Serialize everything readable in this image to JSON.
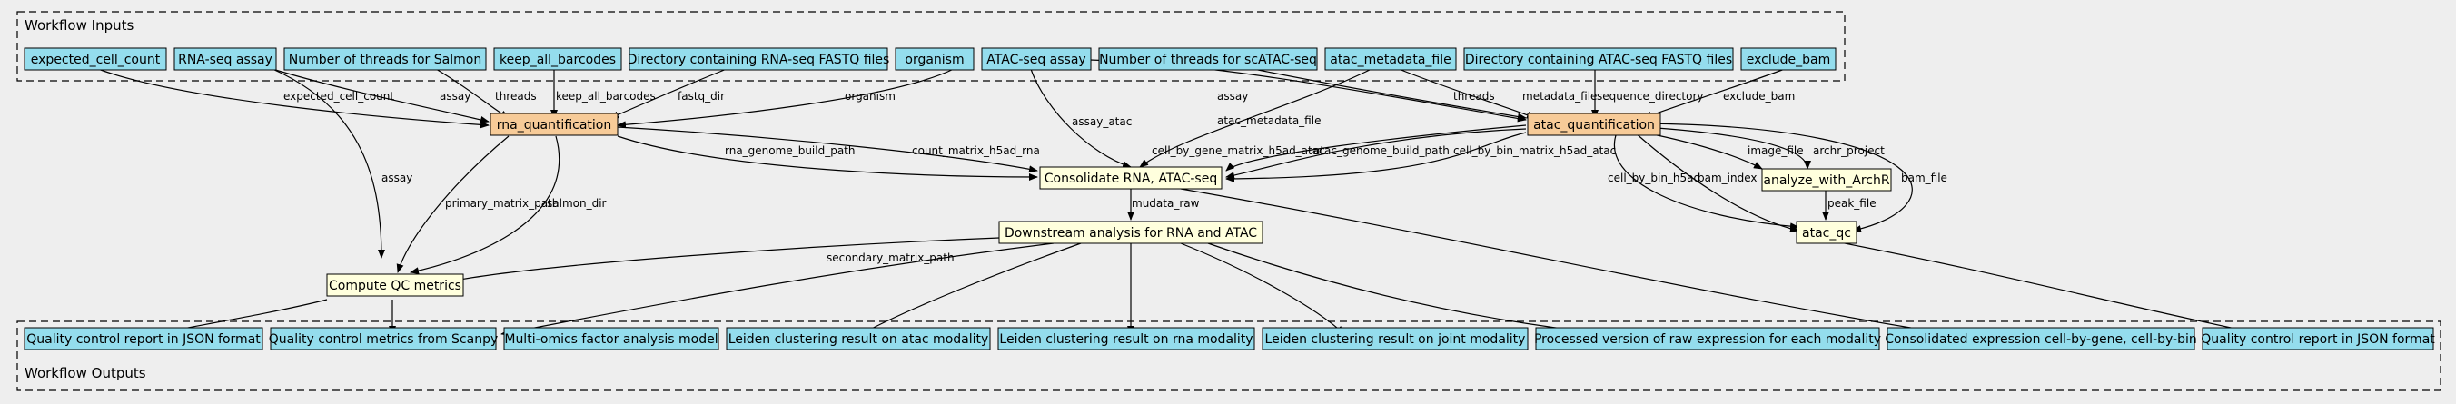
{
  "colors": {
    "background": "#eeeeee",
    "io_node": "#94dded",
    "tool_node": "#f7cb98",
    "step_node": "#ffffdd",
    "stroke": "#000000"
  },
  "clusters": {
    "inputs": "Workflow Inputs",
    "outputs": "Workflow Outputs"
  },
  "nodes": {
    "expected_cell_count": "expected_cell_count",
    "rna_seq_assay": "RNA-seq assay",
    "threads_salmon": "Number of threads for Salmon",
    "keep_all_barcodes": "keep_all_barcodes",
    "rna_fastq_dir": "Directory containing RNA-seq FASTQ files",
    "organism": "organism",
    "atac_seq_assay": "ATAC-seq assay",
    "threads_scatac": "Number of threads for scATAC-seq",
    "atac_metadata_file": "atac_metadata_file",
    "atac_fastq_dir": "Directory containing ATAC-seq FASTQ files",
    "exclude_bam": "exclude_bam",
    "rna_quantification": "rna_quantification",
    "atac_quantification": "atac_quantification",
    "consolidate": "Consolidate RNA, ATAC-seq",
    "analyze_archr": "analyze_with_ArchR",
    "downstream": "Downstream analysis for RNA and ATAC",
    "atac_qc": "atac_qc",
    "compute_qc": "Compute QC metrics",
    "out_qc_json_1": "Quality control report in JSON format",
    "out_qc_scanpy": "Quality control metrics from Scanpy",
    "out_mofa": "Multi-omics factor analysis model",
    "out_leiden_atac": "Leiden clustering result on atac modality",
    "out_leiden_rna": "Leiden clustering result on rna modality",
    "out_leiden_joint": "Leiden clustering result on joint modality",
    "out_processed": "Processed version of raw expression for each modality",
    "out_consolidated": "Consolidated expression cell-by-gene, cell-by-bin",
    "out_qc_json_2": "Quality control report in JSON format"
  },
  "edge_labels": {
    "expected_cell_count": "expected_cell_count",
    "assay": "assay",
    "threads": "threads",
    "keep_all_barcodes": "keep_all_barcodes",
    "fastq_dir": "fastq_dir",
    "organism": "organism",
    "assay_atac": "assay_atac",
    "atac_assay": "assay",
    "atac_threads": "threads",
    "atac_metadata_file": "atac_metadata_file",
    "metadata_file": "metadata_file",
    "sequence_directory": "sequence_directory",
    "exclude_bam": "exclude_bam",
    "rna_genome_build_path": "rna_genome_build_path",
    "count_matrix_h5ad_rna": "count_matrix_h5ad_rna",
    "cell_by_gene_matrix_h5ad_atac": "cell_by_gene_matrix_h5ad_atac",
    "atac_genome_build_path": "atac_genome_build_path",
    "cell_by_bin_matrix_h5ad_atac": "cell_by_bin_matrix_h5ad_atac",
    "image_file": "image_file",
    "archr_project": "archr_project",
    "cell_by_bin_h5ad": "cell_by_bin_h5ad",
    "bam_index": "bam_index",
    "bam_file": "bam_file",
    "peak_file": "peak_file",
    "mudata_raw": "mudata_raw",
    "secondary_matrix_path": "secondary_matrix_path",
    "rna_assay_to_qc": "assay",
    "primary_matrix_path": "primary_matrix_path",
    "salmon_dir": "salmon_dir"
  }
}
